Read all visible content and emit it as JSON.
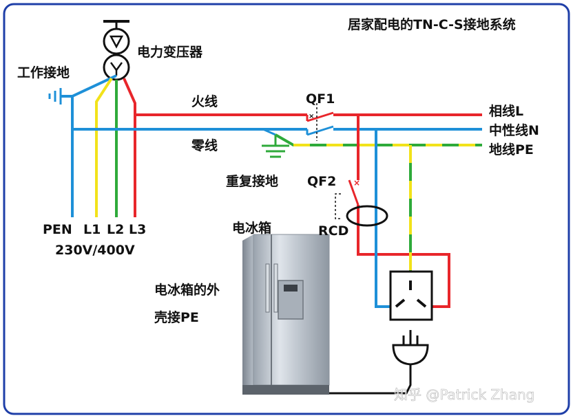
{
  "title": "居家配电的TN-C-S接地系统",
  "labels": {
    "transformer": "电力变压器",
    "working_ground": "工作接地",
    "live_wire": "火线",
    "neutral_wire": "零线",
    "repeat_ground": "重复接地",
    "qf1": "QF1",
    "qf2": "QF2",
    "rcd": "RCD",
    "phase_l": "相线L",
    "neutral_n": "中性线N",
    "ground_pe": "地线PE",
    "pen": "PEN",
    "l1": "L1",
    "l2": "L2",
    "l3": "L3",
    "voltage": "230V/400V",
    "fridge": "电冰箱",
    "fridge_shell_line1": "电冰箱的外",
    "fridge_shell_line2": "壳接PE",
    "watermark": "知乎 @Patrick Zhang"
  },
  "colors": {
    "frame": "#1f3fa8",
    "live_red": "#e8262b",
    "neutral_blue": "#1e90d8",
    "earth_yellow": "#f2e21a",
    "earth_green": "#2eaa3a",
    "black": "#111111"
  }
}
